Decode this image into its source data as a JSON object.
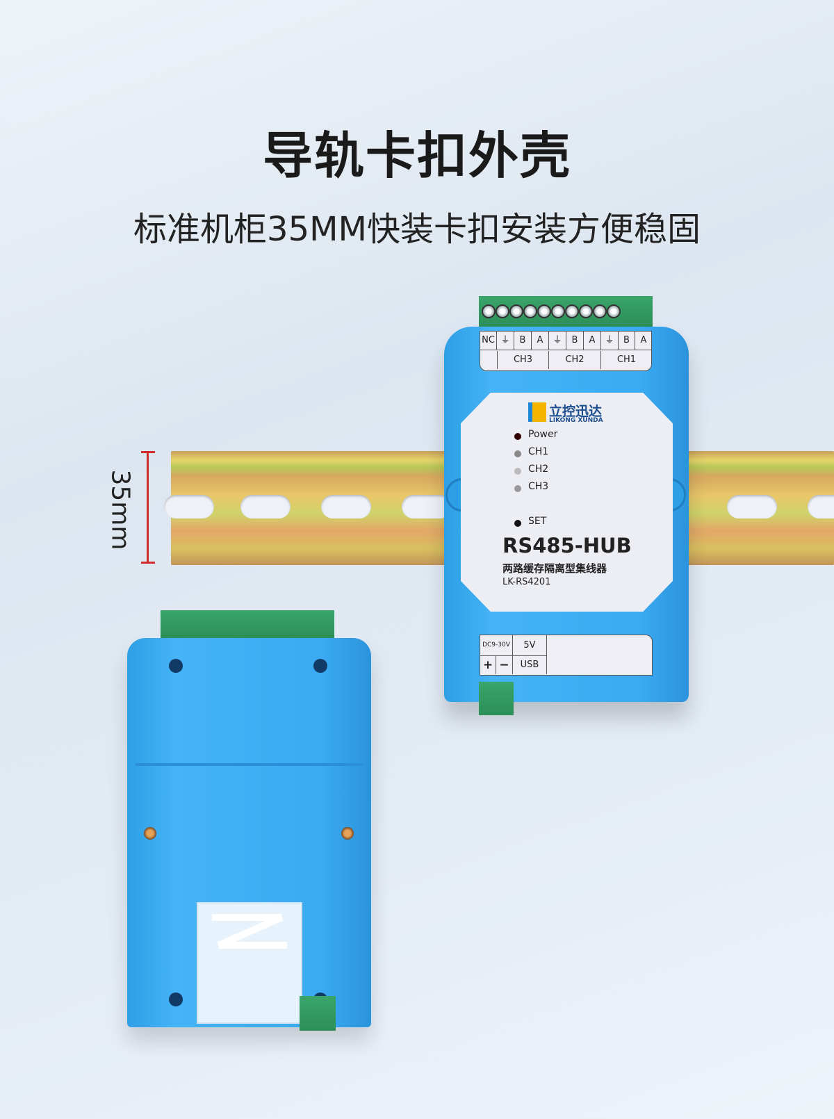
{
  "heading": {
    "title": "导轨卡扣外壳",
    "subtitle": "标准机柜35MM快装卡扣安装方便稳固"
  },
  "dimension": {
    "label": "35mm",
    "color": "#d32a2a"
  },
  "device": {
    "terminal_labels": [
      "NC",
      "⏚",
      "B",
      "A",
      "⏚",
      "B",
      "A",
      "⏚",
      "B",
      "A"
    ],
    "channel_labels": [
      "CH3",
      "CH2",
      "CH1"
    ],
    "brand_cn": "立控迅达",
    "brand_en": "LIKONG XUNDA",
    "leds": [
      {
        "label": "Power"
      },
      {
        "label": "CH1"
      },
      {
        "label": "CH2"
      },
      {
        "label": "CH3"
      }
    ],
    "set_label": "SET",
    "model": "RS485-HUB",
    "description": "两路缓存隔离型集线器",
    "part_number": "LK-RS4201",
    "power": {
      "voltage": "DC9-30V",
      "plus": "+",
      "minus": "−",
      "v5": "5V",
      "usb": "USB"
    },
    "body_color": "#3aaaf2",
    "terminal_color": "#2c8f58"
  }
}
